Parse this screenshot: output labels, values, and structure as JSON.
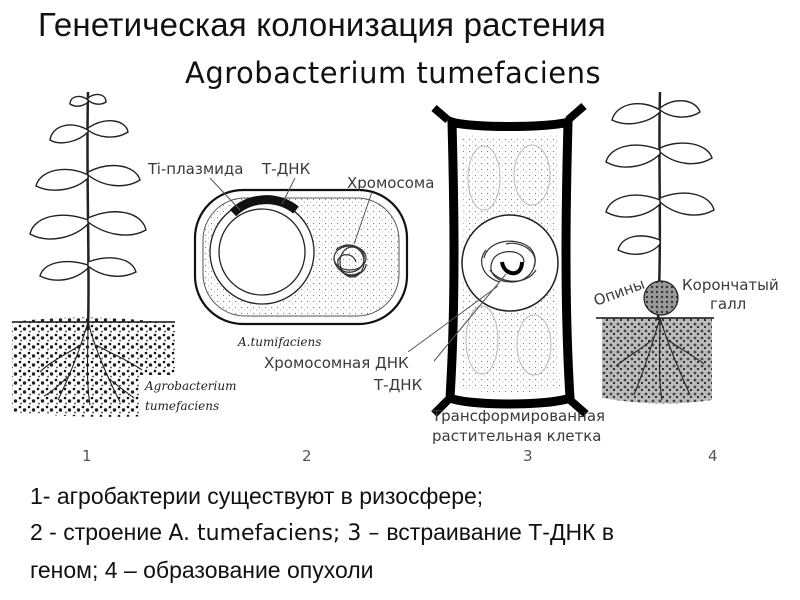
{
  "title": "Генетическая колонизация растения",
  "subtitle": "Agrobacterium tumefaciens",
  "labels": {
    "ti_plasmid": "Ti-плазмида",
    "t_dna": "Т-ДНК",
    "chromosome": "Хромосома",
    "a_tumefaciens": "A.tumifaciens",
    "chrom_dna": "Хромосомная ДНК",
    "t_dna_2": "Т-ДНК",
    "transformed_1": "Трансформированная",
    "transformed_2": "растительная клетка",
    "agro_1": "Agrobacterium",
    "agro_2": "tumefaciens",
    "opines": "Опины",
    "gall_1": "Корончатый",
    "gall_2": "галл"
  },
  "panel_numbers": [
    "1",
    "2",
    "3",
    "4"
  ],
  "caption": {
    "line1": "1- агробактерии существуют в ризосфере;",
    "line2a": "2 - строение ",
    "line2b": "A. tumefaciens; 3 – ",
    "line2c": "встраивание Т-ДНК в",
    "line3": "геном;  4 – образование опухоли"
  }
}
